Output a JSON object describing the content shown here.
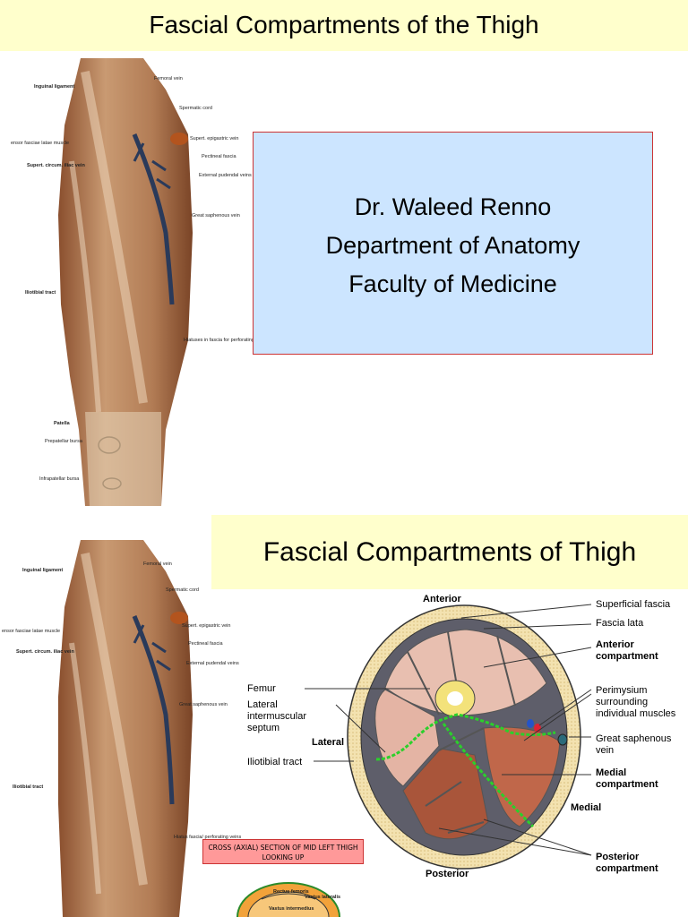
{
  "slide1": {
    "title": "Fascial Compartments of the Thigh",
    "info_lines": [
      "Dr. Waleed Renno",
      "Department of Anatomy",
      "Faculty of Medicine"
    ],
    "figure_labels": {
      "inguinal": "Inguinal ligament",
      "femoral_vein": "Femoral vein",
      "spermatic": "Spermatic cord",
      "tensor": "ensor fasciae latae muscle",
      "supert_epi": "Supert. epigastric vein",
      "supert_circum": "Supert. circum. iliac vein",
      "pectineal": "Pectineal fascia",
      "ext_pudendal": "External pudendal veins",
      "great_saph": "Great saphenous vein",
      "iliotibial": "Iliotibial tract",
      "hiatuses": "Hiatuses in fascia for perforating veins",
      "patella": "Patella",
      "prepatellar": "Prepatellar bursa",
      "infrapatellar": "Infrapatellar bursa"
    }
  },
  "slide2": {
    "title": "Fascial Compartments of Thigh",
    "figure_labels": {
      "inguinal": "Inguinal ligament",
      "femoral_vein": "Femoral vein",
      "spermatic": "Spermatic cord",
      "tensor": "ensor fasciae latae muscle",
      "supert_epi": "Supert. epigastric vein",
      "supert_circum": "Supert. circum. iliac vein",
      "pectineal": "Pectineal fascia",
      "ext_pudendal": "External pudendal veins",
      "great_saph": "Great saphenous vein",
      "iliotibial": "Iliotibial tract",
      "hiatus": "Hiatus fascia/ perforating veins"
    },
    "cross_section": {
      "anterior": "Anterior",
      "posterior": "Posterior",
      "lateral": "Lateral",
      "medial": "Medial",
      "superficial_fascia": "Superficial fascia",
      "fascia_lata": "Fascia lata",
      "anterior_compartment": "Anterior compartment",
      "femur": "Femur",
      "lateral_septum": "Lateral intermuscular septum",
      "iliotibial": "Iliotibial tract",
      "perimysium": "Perimysium surrounding individual muscles",
      "great_saphenous": "Great saphenous vein",
      "medial_compartment": "Medial compartment",
      "posterior_compartment": "Posterior compartment"
    },
    "caption": "CROSS (AXIAL) SECTION OF MID LEFT THIGH LOOKING UP",
    "mini_labels": {
      "rectus": "Rectus femoris",
      "vastus_lat": "Vastus lateralis",
      "vastus_int": "Vastus intermedius"
    }
  }
}
